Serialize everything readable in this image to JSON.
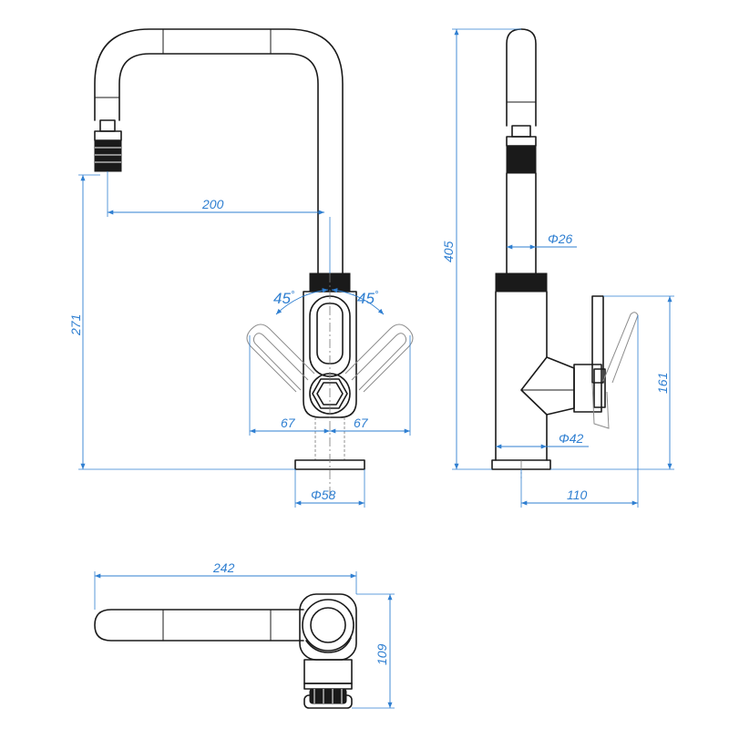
{
  "drawing": {
    "front_view": {
      "spout_reach": "200",
      "height_to_aerator": "271",
      "lever_angle_left": "45",
      "lever_angle_right": "45",
      "degree_symbol": "°",
      "lever_offset_left": "67",
      "lever_offset_right": "67",
      "base_diameter": "Φ58"
    },
    "side_view": {
      "total_height": "405",
      "spout_diameter": "Φ26",
      "body_diameter": "Φ42",
      "lever_height": "161",
      "lever_projection": "110"
    },
    "top_view": {
      "total_length": "242",
      "total_depth": "109"
    }
  },
  "colors": {
    "outline": "#1a1a1a",
    "dimension": "#2f7fd1",
    "background": "#ffffff"
  }
}
